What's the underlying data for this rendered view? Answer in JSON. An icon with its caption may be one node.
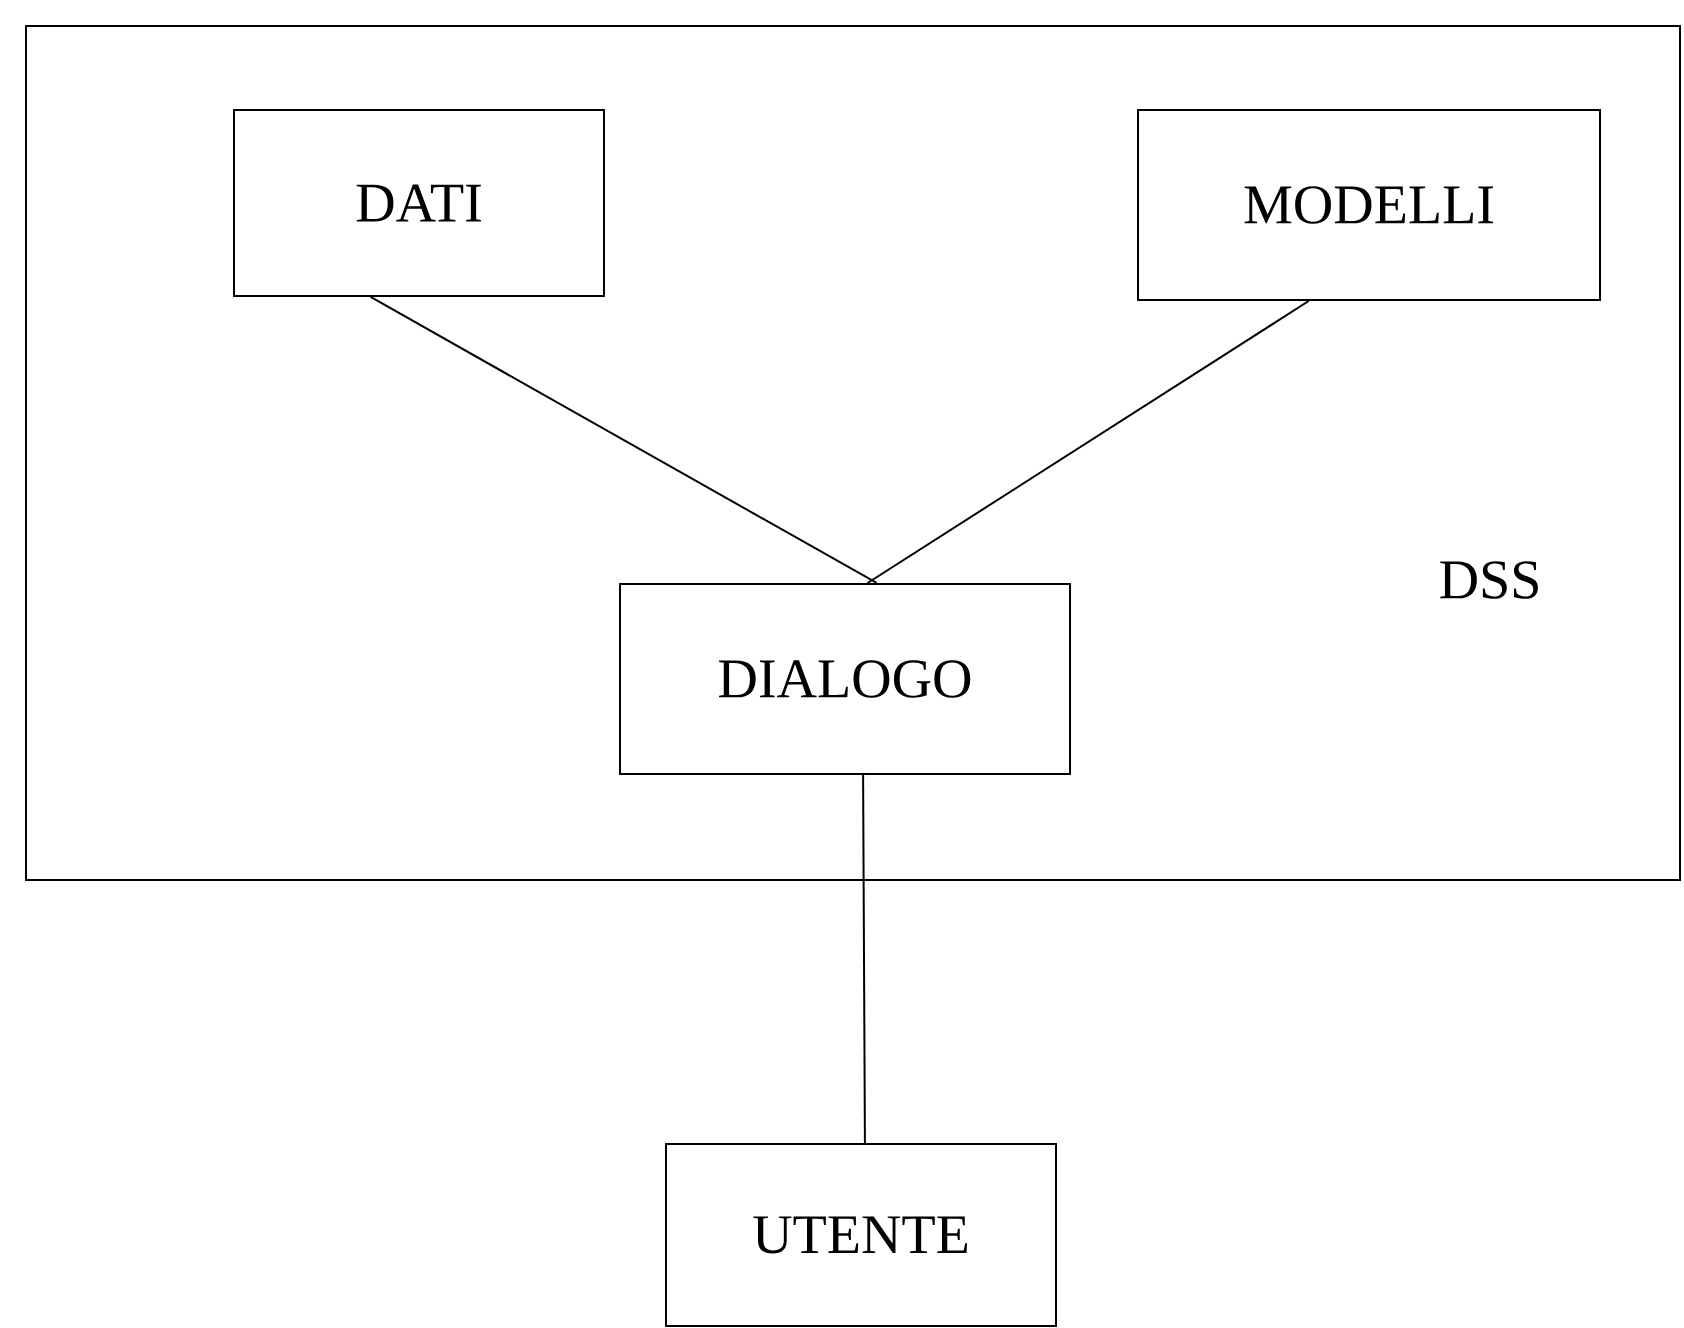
{
  "diagram": {
    "nodes": [
      {
        "text": [
          "DSS"
        ]
      },
      {
        "text": [
          "DATI"
        ],
        "in": 0
      },
      {
        "text": [
          "MODELLI"
        ],
        "in": 0
      },
      {
        "text": [
          "DIALOGO"
        ],
        "in": 0
      },
      {
        "text": [
          "UTENTE"
        ]
      }
    ],
    "edges": [
      {
        "from": 1,
        "to": 3,
        "arrow": "none"
      },
      {
        "from": 2,
        "to": 3,
        "arrow": "none"
      },
      {
        "from": 3,
        "to": 4,
        "arrow": "none"
      }
    ]
  }
}
